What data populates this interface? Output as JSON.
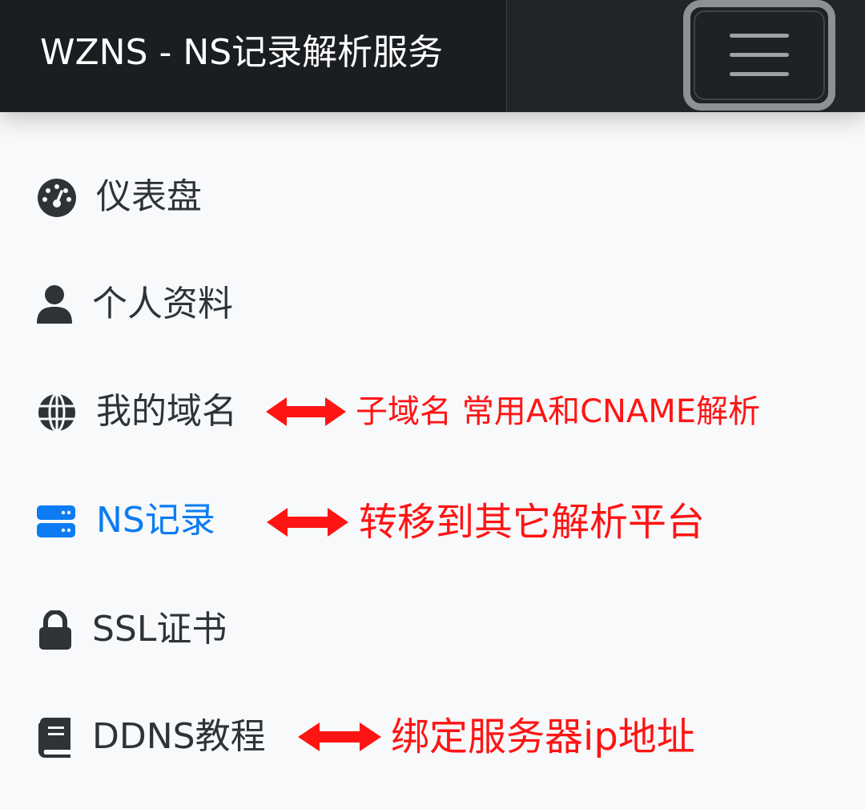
{
  "navbar": {
    "brand": "WZNS - NS记录解析服务",
    "toggler_icon": "hamburger-icon"
  },
  "menu": {
    "items": [
      {
        "label": "仪表盘",
        "icon": "tachometer-icon",
        "active": false
      },
      {
        "label": "个人资料",
        "icon": "user-icon",
        "active": false
      },
      {
        "label": "我的域名",
        "icon": "globe-icon",
        "active": false
      },
      {
        "label": "NS记录",
        "icon": "server-icon",
        "active": true
      },
      {
        "label": "SSL证书",
        "icon": "lock-icon",
        "active": false
      },
      {
        "label": "DDNS教程",
        "icon": "book-icon",
        "active": false
      }
    ]
  },
  "annotations": {
    "domains": "子域名 常用A和CNAME解析",
    "ns": "转移到其它解析平台",
    "ddns": "绑定服务器ip地址"
  },
  "colors": {
    "navbar_bg": "#212529",
    "active": "#0d7cf2",
    "annotation": "#ff1414",
    "menu_text": "#2f3337"
  }
}
